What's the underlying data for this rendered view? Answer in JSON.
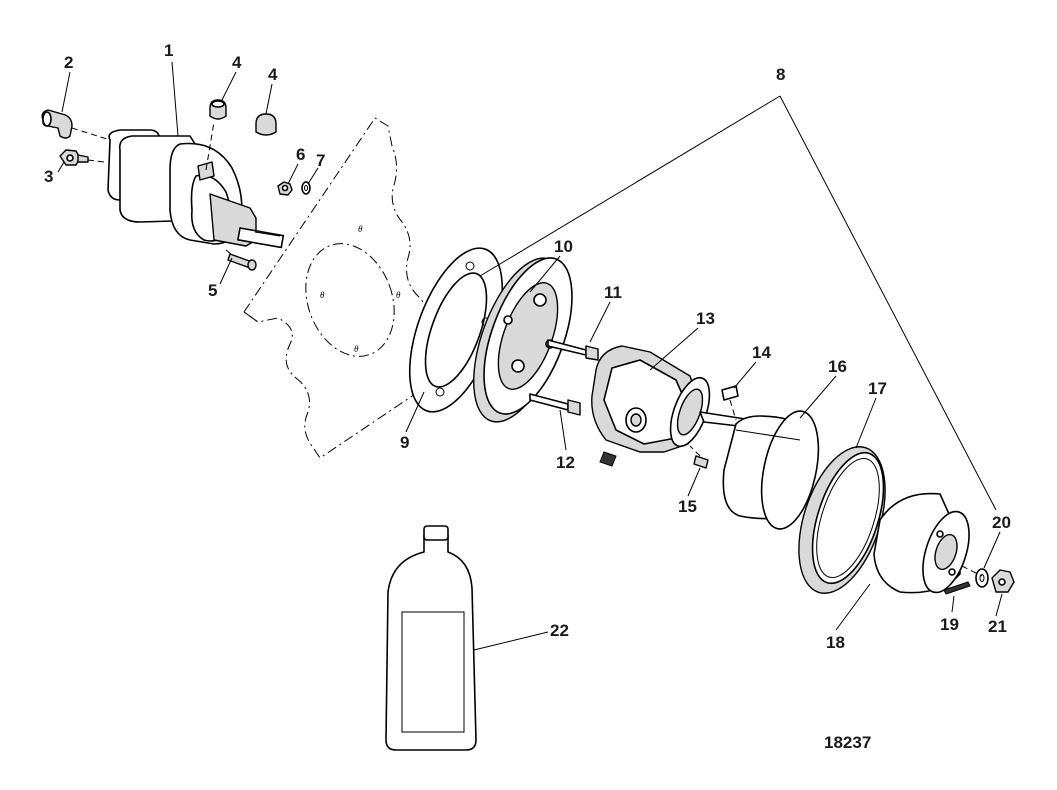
{
  "diagram": {
    "figure_number": "18237",
    "callouts": [
      {
        "id": "1",
        "label": "1"
      },
      {
        "id": "2",
        "label": "2"
      },
      {
        "id": "3",
        "label": "3"
      },
      {
        "id": "4a",
        "label": "4"
      },
      {
        "id": "4b",
        "label": "4"
      },
      {
        "id": "5",
        "label": "5"
      },
      {
        "id": "6",
        "label": "6"
      },
      {
        "id": "7",
        "label": "7"
      },
      {
        "id": "8",
        "label": "8"
      },
      {
        "id": "9",
        "label": "9"
      },
      {
        "id": "10",
        "label": "10"
      },
      {
        "id": "11",
        "label": "11"
      },
      {
        "id": "12",
        "label": "12"
      },
      {
        "id": "13",
        "label": "13"
      },
      {
        "id": "14",
        "label": "14"
      },
      {
        "id": "15",
        "label": "15"
      },
      {
        "id": "16",
        "label": "16"
      },
      {
        "id": "17",
        "label": "17"
      },
      {
        "id": "18",
        "label": "18"
      },
      {
        "id": "19",
        "label": "19"
      },
      {
        "id": "20",
        "label": "20"
      },
      {
        "id": "21",
        "label": "21"
      },
      {
        "id": "22",
        "label": "22"
      }
    ]
  }
}
